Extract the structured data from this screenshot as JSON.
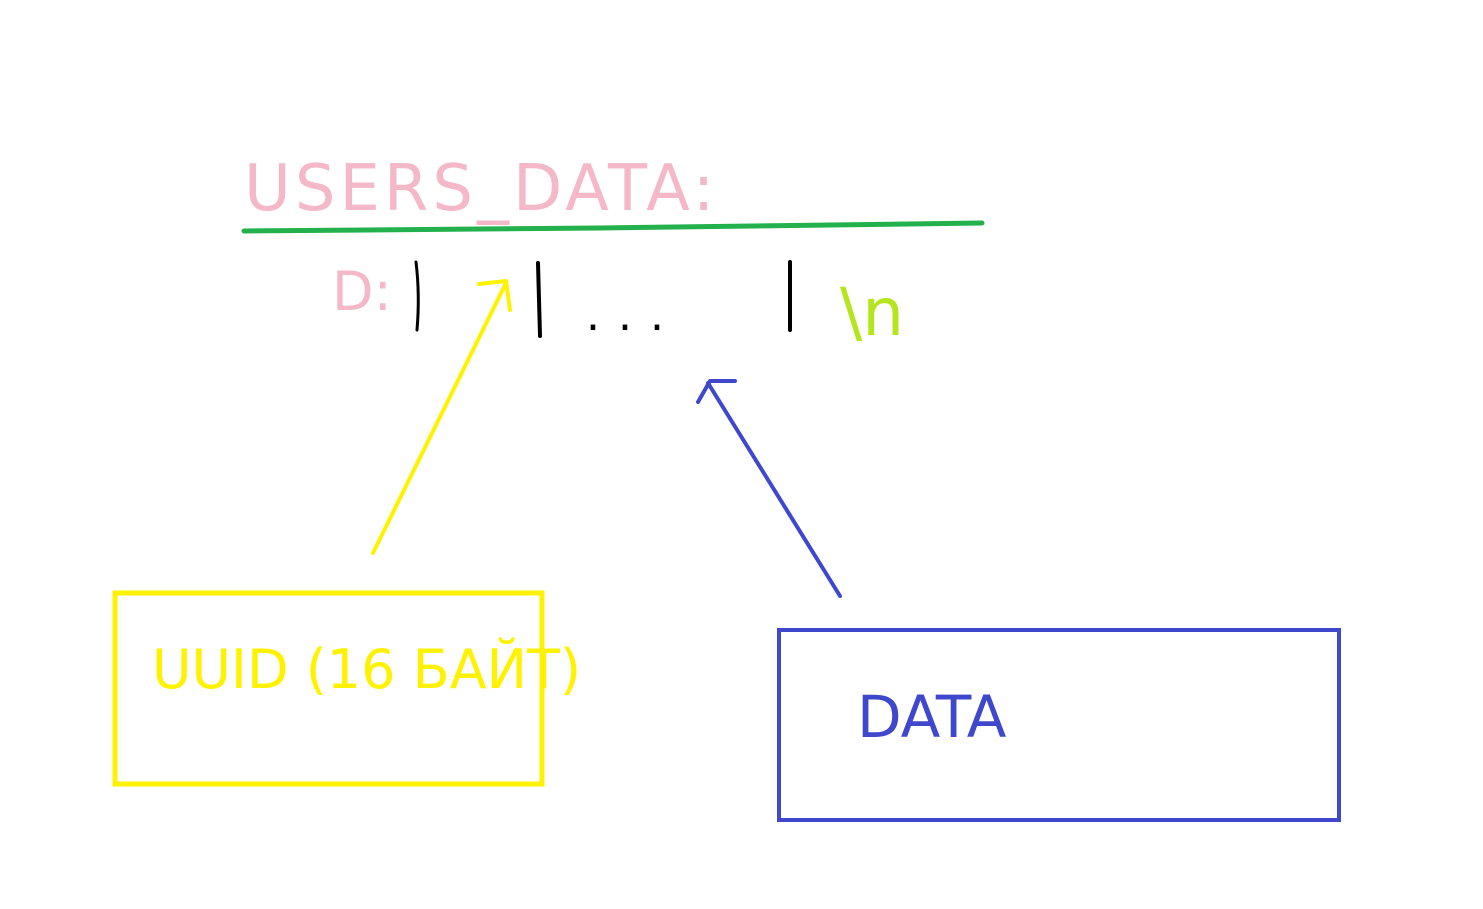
{
  "diagram": {
    "title": "USERS_DATA:",
    "row_prefix": "D:",
    "row_ellipsis": "...",
    "row_terminator": "\\n",
    "uuid_box_label": "UUID (16 БАЙТ)",
    "data_box_label": "DATA"
  },
  "colors": {
    "background": "#ffffff",
    "title": "#f4b8c8",
    "underline": "#22b14c",
    "separator": "#000000",
    "terminator": "#b5e61d",
    "uuid": "#fff200",
    "data": "#3f48cc"
  }
}
